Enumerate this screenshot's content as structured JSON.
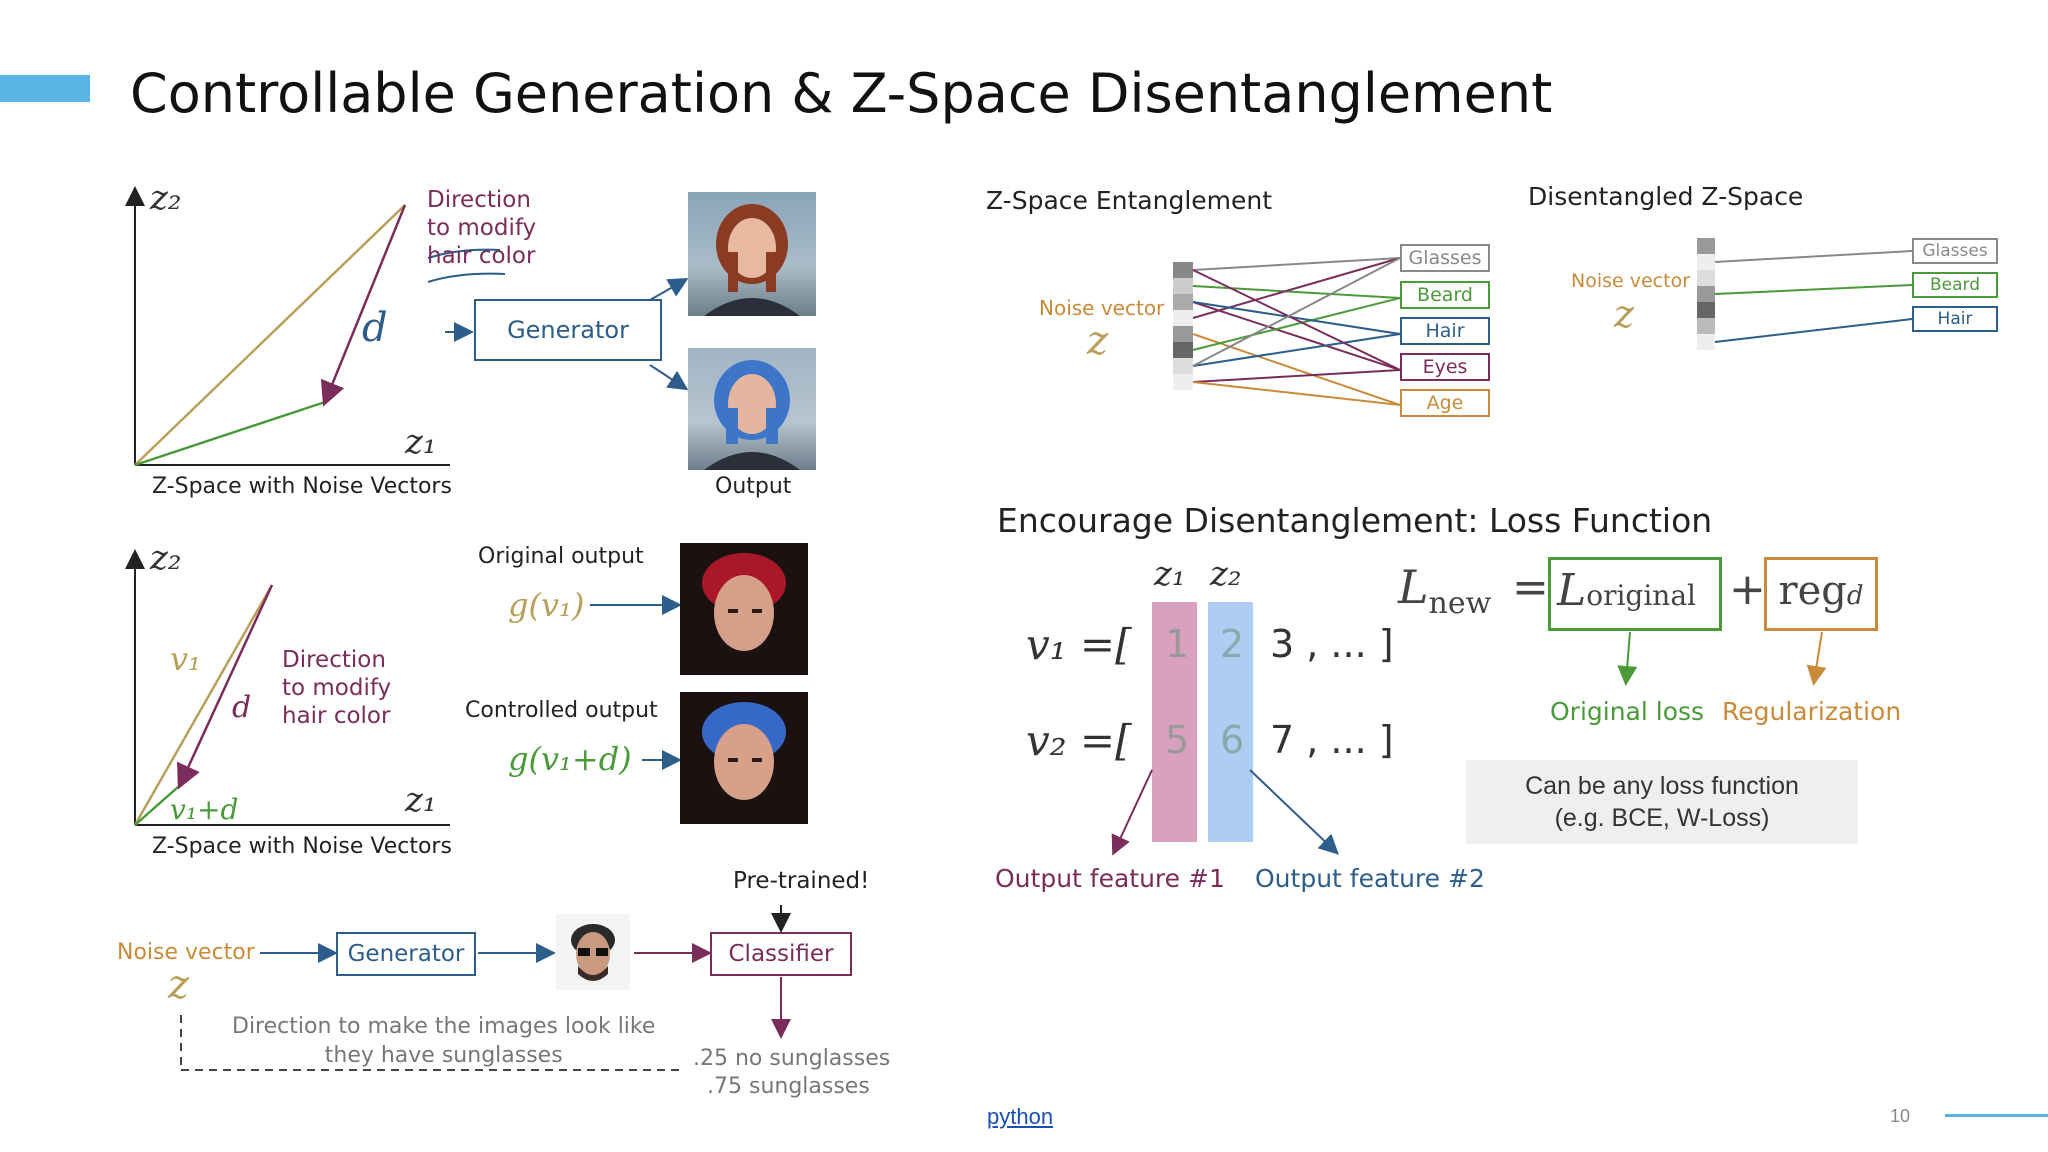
{
  "title": "Controllable Generation & Z-Space Disentanglement",
  "top_left": {
    "axis_z2": "z₂",
    "axis_z1": "z₁",
    "direction_label": [
      "Direction",
      "to modify",
      "hair color"
    ],
    "d_label": "d",
    "generator": "Generator",
    "caption_left": "Z-Space with Noise Vectors",
    "caption_right": "Output"
  },
  "middle_left": {
    "axis_z2": "z₂",
    "axis_z1": "z₁",
    "v1": "v₁",
    "d": "d",
    "v1d": "v₁+d",
    "direction_label": [
      "Direction",
      "to modify",
      "hair color"
    ],
    "original_output": "Original output",
    "g_v1": "g(v₁)",
    "controlled_output": "Controlled output",
    "g_v1d": "g(v₁+d)",
    "caption": "Z-Space with Noise Vectors"
  },
  "bottom_left": {
    "pretrained": "Pre-trained!",
    "noise_vector": "Noise vector",
    "z": "z",
    "generator": "Generator",
    "classifier": "Classifier",
    "direction_text": [
      "Direction to make the images look like",
      "they have sunglasses"
    ],
    "prob1": ".25 no sunglasses",
    "prob2": ".75 sunglasses"
  },
  "entanglement": {
    "title": "Z-Space Entanglement",
    "noise_vector": "Noise vector",
    "z": "z",
    "features": [
      "Glasses",
      "Beard",
      "Hair",
      "Eyes",
      "Age"
    ]
  },
  "disentangled": {
    "title": "Disentangled Z-Space",
    "noise_vector": "Noise vector",
    "z": "z",
    "features": [
      "Glasses",
      "Beard",
      "Hair"
    ]
  },
  "loss": {
    "title": "Encourage Disentanglement: Loss Function",
    "col1": "z₁",
    "col2": "z₂",
    "v1_label": "v₁ =[",
    "v1_vals": [
      "1",
      "2",
      "3 , ... ]"
    ],
    "v2_label": "v₂ =[",
    "v2_vals": [
      "5",
      "6",
      "7 , ... ]"
    ],
    "out1": "Output feature #1",
    "out2": "Output feature #2",
    "l_new": "L",
    "l_new_sub": "new",
    "eq": "=",
    "l_orig": "L",
    "l_orig_sub": "original",
    "plus": "+",
    "reg": "reg",
    "reg_sub": "d",
    "original_loss": "Original loss",
    "regularization": "Regularization",
    "note": [
      "Can be any loss function",
      "(e.g. BCE, W-Loss)"
    ]
  },
  "footer": {
    "link": "python",
    "page": "10"
  },
  "colors": {
    "accent": "#5ab4e6",
    "purple": "#7a2d5a",
    "blue": "#2d5d8a",
    "green": "#4a9a3a",
    "orange": "#c98a3a",
    "tan": "#b8a05a"
  }
}
